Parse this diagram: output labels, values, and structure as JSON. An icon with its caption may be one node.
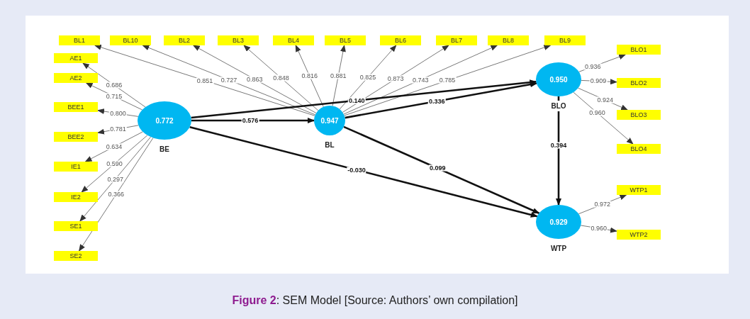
{
  "diagram": {
    "caption": "**Figure 2**: SEM Model [Source: Authors’ own compilation]",
    "nodes": [
      {
        "text": [
          "BL1"
        ]
      },
      {
        "text": [
          "BL10"
        ]
      },
      {
        "text": [
          "BL2"
        ]
      },
      {
        "text": [
          "BL3"
        ]
      },
      {
        "text": [
          "BL4"
        ]
      },
      {
        "text": [
          "BL5"
        ]
      },
      {
        "text": [
          "BL6"
        ]
      },
      {
        "text": [
          "BL7"
        ]
      },
      {
        "text": [
          "BL8"
        ]
      },
      {
        "text": [
          "BL9"
        ]
      },
      {
        "text": [
          "AE1"
        ]
      },
      {
        "text": [
          "AE2"
        ]
      },
      {
        "text": [
          "BEE1"
        ]
      },
      {
        "text": [
          "BEE2"
        ]
      },
      {
        "text": [
          "IE1"
        ]
      },
      {
        "text": [
          "IE2"
        ]
      },
      {
        "text": [
          "SE1"
        ]
      },
      {
        "text": [
          "SE2"
        ]
      },
      {
        "text": [
          "0.772",
          "BE"
        ]
      },
      {
        "text": [
          "0.947",
          "BL"
        ]
      },
      {
        "text": [
          "0.950",
          "BLO"
        ]
      },
      {
        "text": [
          "BLO1"
        ]
      },
      {
        "text": [
          "BLO2"
        ]
      },
      {
        "text": [
          "BLO3"
        ]
      },
      {
        "text": [
          "BLO4"
        ]
      },
      {
        "text": [
          "0.929",
          "WTP"
        ]
      },
      {
        "text": [
          "WTP1"
        ]
      },
      {
        "text": [
          "WTP2"
        ]
      }
    ],
    "edges": [
      {
        "from": 19,
        "to": 0,
        "arrow": "to",
        "label": "0.851"
      },
      {
        "from": 19,
        "to": 1,
        "arrow": "to",
        "label": "0.727"
      },
      {
        "from": 19,
        "to": 2,
        "arrow": "to",
        "label": "0.863"
      },
      {
        "from": 19,
        "to": 3,
        "arrow": "to",
        "label": "0.848"
      },
      {
        "from": 19,
        "to": 4,
        "arrow": "to",
        "label": "0.816"
      },
      {
        "from": 19,
        "to": 5,
        "arrow": "to",
        "label": "0.881"
      },
      {
        "from": 19,
        "to": 6,
        "arrow": "to",
        "label": "0.825"
      },
      {
        "from": 19,
        "to": 7,
        "arrow": "to",
        "label": "0.873"
      },
      {
        "from": 19,
        "to": 8,
        "arrow": "to",
        "label": "0.743"
      },
      {
        "from": 19,
        "to": 9,
        "arrow": "to",
        "label": "0.785"
      },
      {
        "from": 18,
        "to": 10,
        "arrow": "to",
        "label": "0.686"
      },
      {
        "from": 18,
        "to": 11,
        "arrow": "to",
        "label": "0.715"
      },
      {
        "from": 18,
        "to": 12,
        "arrow": "to",
        "label": "0.800"
      },
      {
        "from": 18,
        "to": 13,
        "arrow": "to",
        "label": "0.781"
      },
      {
        "from": 18,
        "to": 14,
        "arrow": "to",
        "label": "0.634"
      },
      {
        "from": 18,
        "to": 15,
        "arrow": "to",
        "label": "0.590"
      },
      {
        "from": 18,
        "to": 16,
        "arrow": "to",
        "label": "0.297"
      },
      {
        "from": 18,
        "to": 17,
        "arrow": "to",
        "label": "0.366"
      },
      {
        "from": 18,
        "to": 19,
        "arrow": "to",
        "label": "0.576",
        "style": "thick"
      },
      {
        "from": 18,
        "to": 20,
        "arrow": "to",
        "label": "0.140",
        "style": "thick"
      },
      {
        "from": 19,
        "to": 20,
        "arrow": "to",
        "label": "0.336",
        "style": "thick"
      },
      {
        "from": 18,
        "to": 25,
        "arrow": "to",
        "label": "-0.030",
        "style": "thick"
      },
      {
        "from": 19,
        "to": 25,
        "arrow": "to",
        "label": "0.099",
        "style": "thick"
      },
      {
        "from": 20,
        "to": 25,
        "arrow": "to",
        "label": "0.394",
        "style": "thick"
      },
      {
        "from": 20,
        "to": 21,
        "arrow": "to",
        "label": "0.936"
      },
      {
        "from": 20,
        "to": 22,
        "arrow": "to",
        "label": "0.909"
      },
      {
        "from": 20,
        "to": 23,
        "arrow": "to",
        "label": "0.924"
      },
      {
        "from": 20,
        "to": 24,
        "arrow": "to",
        "label": "0.960"
      },
      {
        "from": 25,
        "to": 26,
        "arrow": "to",
        "label": "0.972"
      },
      {
        "from": 25,
        "to": 27,
        "arrow": "to",
        "label": "0.960"
      }
    ]
  }
}
